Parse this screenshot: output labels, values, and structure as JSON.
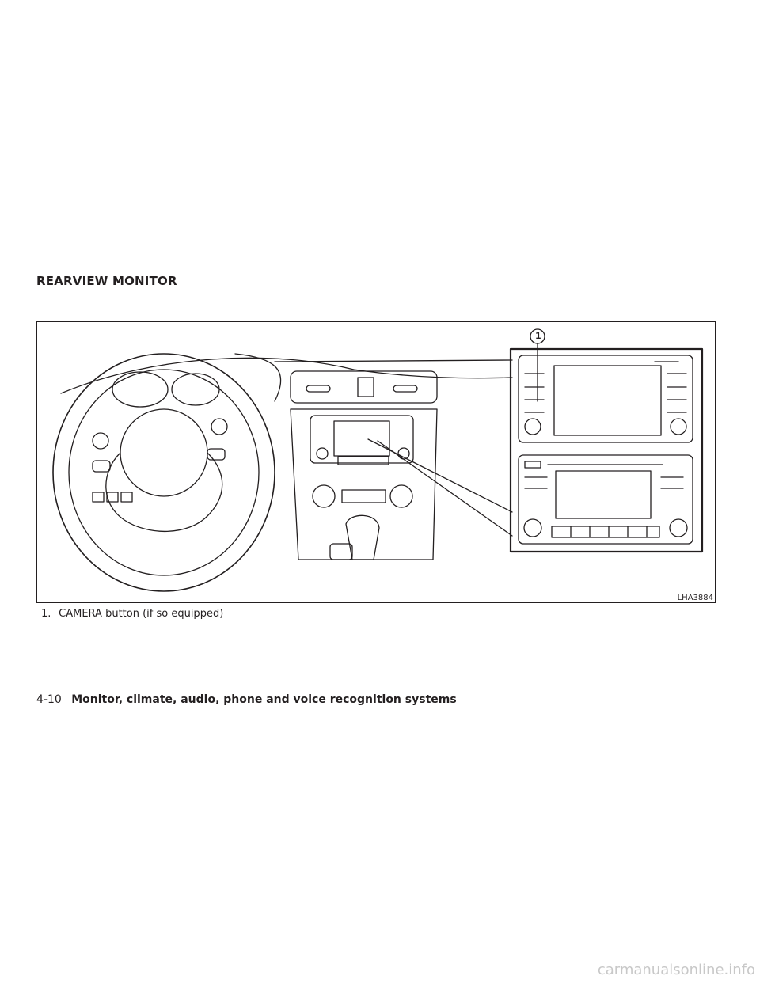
{
  "section": {
    "title": "REARVIEW MONITOR"
  },
  "figure": {
    "code": "LHA3884",
    "callout": "1",
    "caption_number": "1.",
    "caption_text": "CAMERA button (if so equipped)"
  },
  "footer": {
    "page_number": "4-10",
    "chapter_title": "Monitor, climate, audio, phone and voice recognition systems"
  },
  "watermark": "carmanualsonline.info"
}
